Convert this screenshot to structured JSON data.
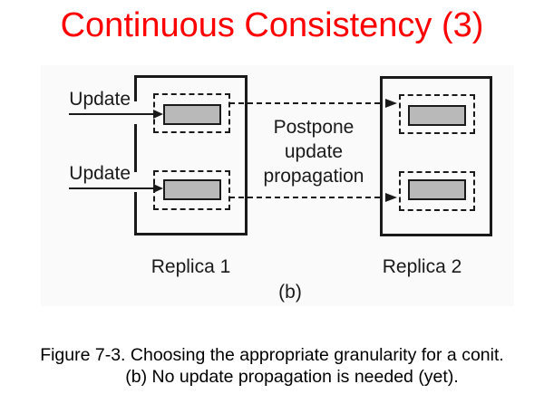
{
  "title": "Continuous Consistency (3)",
  "diagram": {
    "updates": [
      "Update",
      "Update"
    ],
    "note_lines": [
      "Postpone",
      "update",
      "propagation"
    ],
    "replica1_label": "Replica 1",
    "replica2_label": "Replica 2",
    "subfigure_label": "(b)",
    "colors": {
      "title_red": "#fe0000",
      "line_black": "#1a1a1a",
      "conit_fill_gray": "#b9b9b9",
      "figure_panel_bg": "#fafafa"
    }
  },
  "caption": {
    "line1": "Figure 7-3. Choosing the appropriate granularity for a conit.",
    "line2": "(b) No update propagation is needed (yet)."
  }
}
